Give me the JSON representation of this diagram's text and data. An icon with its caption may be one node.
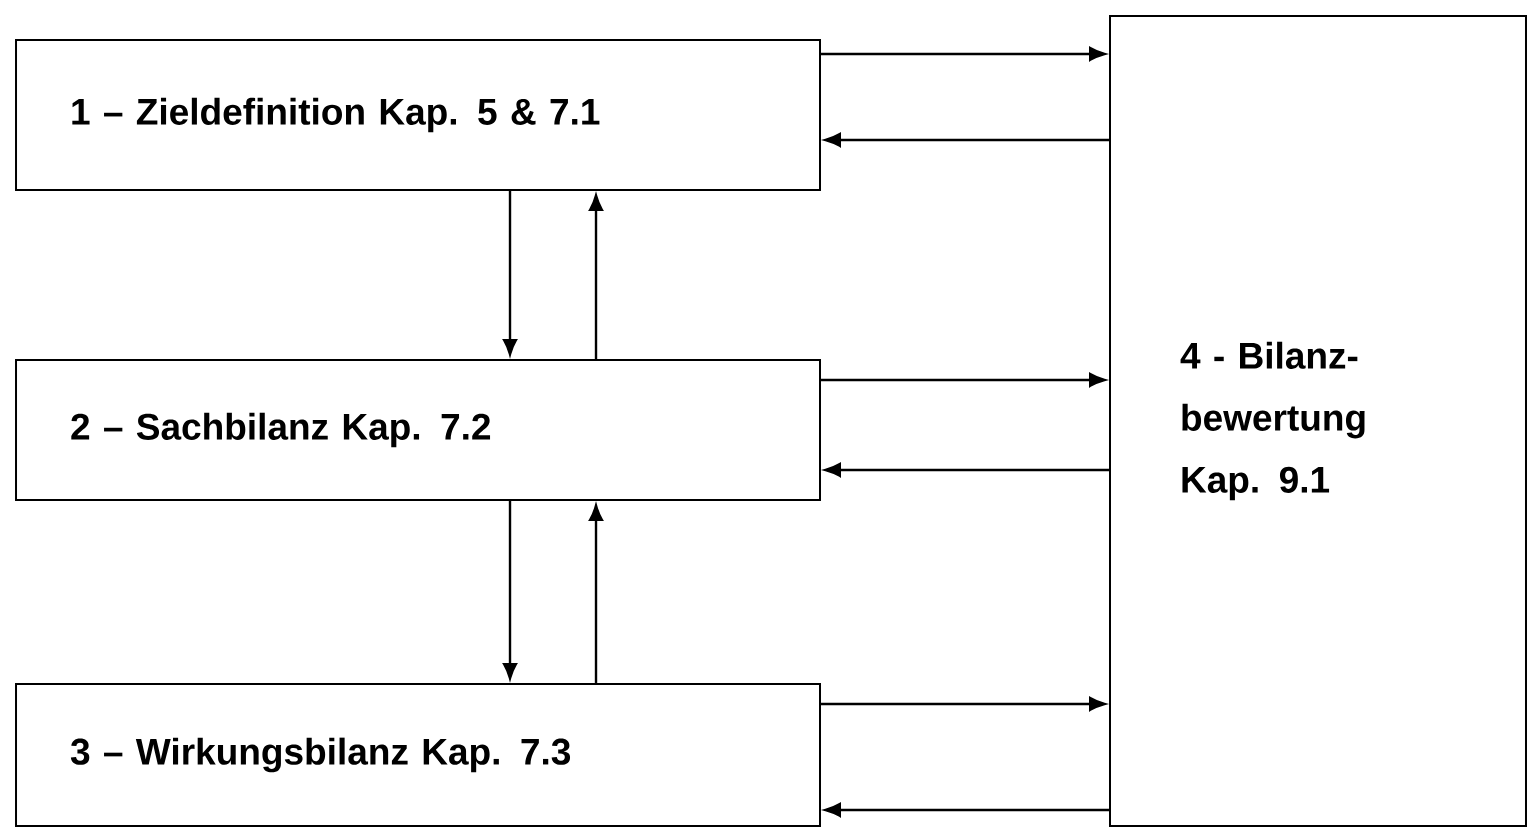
{
  "diagram": {
    "nodes": [
      {
        "text": [
          "1 – Zieldefinition Kap. 5 & 7.1"
        ]
      },
      {
        "text": [
          "2 – Sachbilanz Kap. 7.2"
        ]
      },
      {
        "text": [
          "3 – Wirkungsbilanz Kap. 7.3"
        ]
      },
      {
        "text": [
          "4 - Bilanz- bewertung Kap. 9.1"
        ]
      }
    ],
    "edges": [
      {
        "from": 0,
        "to": 3,
        "arrow": "to"
      },
      {
        "from": 3,
        "to": 0,
        "arrow": "to"
      },
      {
        "from": 0,
        "to": 1,
        "arrow": "to"
      },
      {
        "from": 1,
        "to": 0,
        "arrow": "to"
      },
      {
        "from": 1,
        "to": 3,
        "arrow": "to"
      },
      {
        "from": 3,
        "to": 1,
        "arrow": "to"
      },
      {
        "from": 1,
        "to": 2,
        "arrow": "to"
      },
      {
        "from": 2,
        "to": 1,
        "arrow": "to"
      },
      {
        "from": 2,
        "to": 3,
        "arrow": "to"
      },
      {
        "from": 3,
        "to": 2,
        "arrow": "to"
      }
    ]
  }
}
